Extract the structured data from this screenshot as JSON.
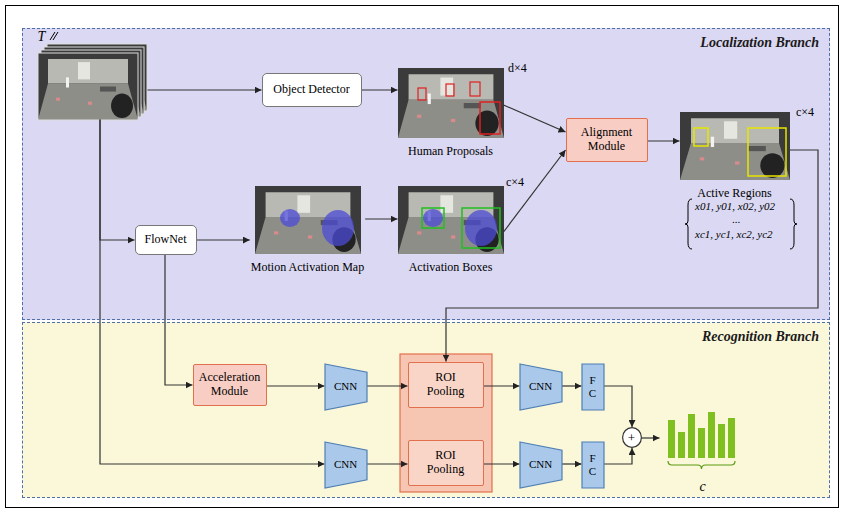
{
  "diagram": {
    "nodes": [
      {
        "text": [
          "Localization Branch"
        ]
      },
      {
        "text": [
          "T"
        ],
        "in": 0
      },
      {
        "text": [
          "Object Detector"
        ],
        "in": 0
      },
      {
        "text": [
          "Human Proposals"
        ],
        "in": 0
      },
      {
        "text": [
          "FlowNet"
        ],
        "in": 0
      },
      {
        "text": [
          "Motion Activation Map"
        ],
        "in": 0
      },
      {
        "text": [
          "Activation Boxes"
        ],
        "in": 0
      },
      {
        "text": [
          "Alignment Module"
        ],
        "in": 0
      },
      {
        "text": [
          "Active Regions"
        ],
        "in": 0
      },
      {
        "text": [
          "Recognition Branch"
        ]
      },
      {
        "text": [
          "Acceleration Module"
        ],
        "in": 9
      },
      {
        "text": [
          "CNN"
        ],
        "in": 9
      },
      {
        "text": [
          "ROI Pooling"
        ],
        "in": 9
      },
      {
        "text": [
          "CNN"
        ],
        "in": 9
      },
      {
        "text": [
          "F C"
        ],
        "in": 9
      },
      {
        "text": [
          "CNN"
        ],
        "in": 9
      },
      {
        "text": [
          "ROI Pooling"
        ],
        "in": 9
      },
      {
        "text": [
          "CNN"
        ],
        "in": 9
      },
      {
        "text": [
          "F C"
        ],
        "in": 9
      },
      {
        "text": [
          "+"
        ],
        "in": 9
      },
      {
        "text": [
          "c"
        ],
        "in": 9
      }
    ],
    "edges": [
      {
        "from": 1,
        "to": 2,
        "arrow": "to"
      },
      {
        "from": 2,
        "to": 3,
        "arrow": "to"
      },
      {
        "from": 1,
        "to": 4,
        "arrow": "to"
      },
      {
        "from": 4,
        "to": 5,
        "arrow": "to"
      },
      {
        "from": 5,
        "to": 6,
        "arrow": "to"
      },
      {
        "from": 3,
        "to": 7,
        "arrow": "to"
      },
      {
        "from": 6,
        "to": 7,
        "arrow": "to"
      },
      {
        "from": 7,
        "to": 8,
        "arrow": "to"
      },
      {
        "from": 8,
        "to": 12,
        "arrow": "to"
      },
      {
        "from": 4,
        "to": 10,
        "arrow": "to"
      },
      {
        "from": 10,
        "to": 11,
        "arrow": "to"
      },
      {
        "from": 11,
        "to": 12,
        "arrow": "to"
      },
      {
        "from": 12,
        "to": 13,
        "arrow": "to"
      },
      {
        "from": 13,
        "to": 14,
        "arrow": "to"
      },
      {
        "from": 14,
        "to": 19,
        "arrow": "to"
      },
      {
        "from": 1,
        "to": 15,
        "arrow": "to"
      },
      {
        "from": 15,
        "to": 16,
        "arrow": "to"
      },
      {
        "from": 16,
        "to": 17,
        "arrow": "to"
      },
      {
        "from": 17,
        "to": 18,
        "arrow": "to"
      },
      {
        "from": 18,
        "to": 19,
        "arrow": "to"
      },
      {
        "from": 19,
        "to": 20,
        "arrow": "to"
      }
    ],
    "labels": [
      "d×4",
      "c×4",
      "c×4",
      "x01, y01, x02, y02",
      "...",
      "xc1, yc1, xc2, yc2"
    ]
  }
}
